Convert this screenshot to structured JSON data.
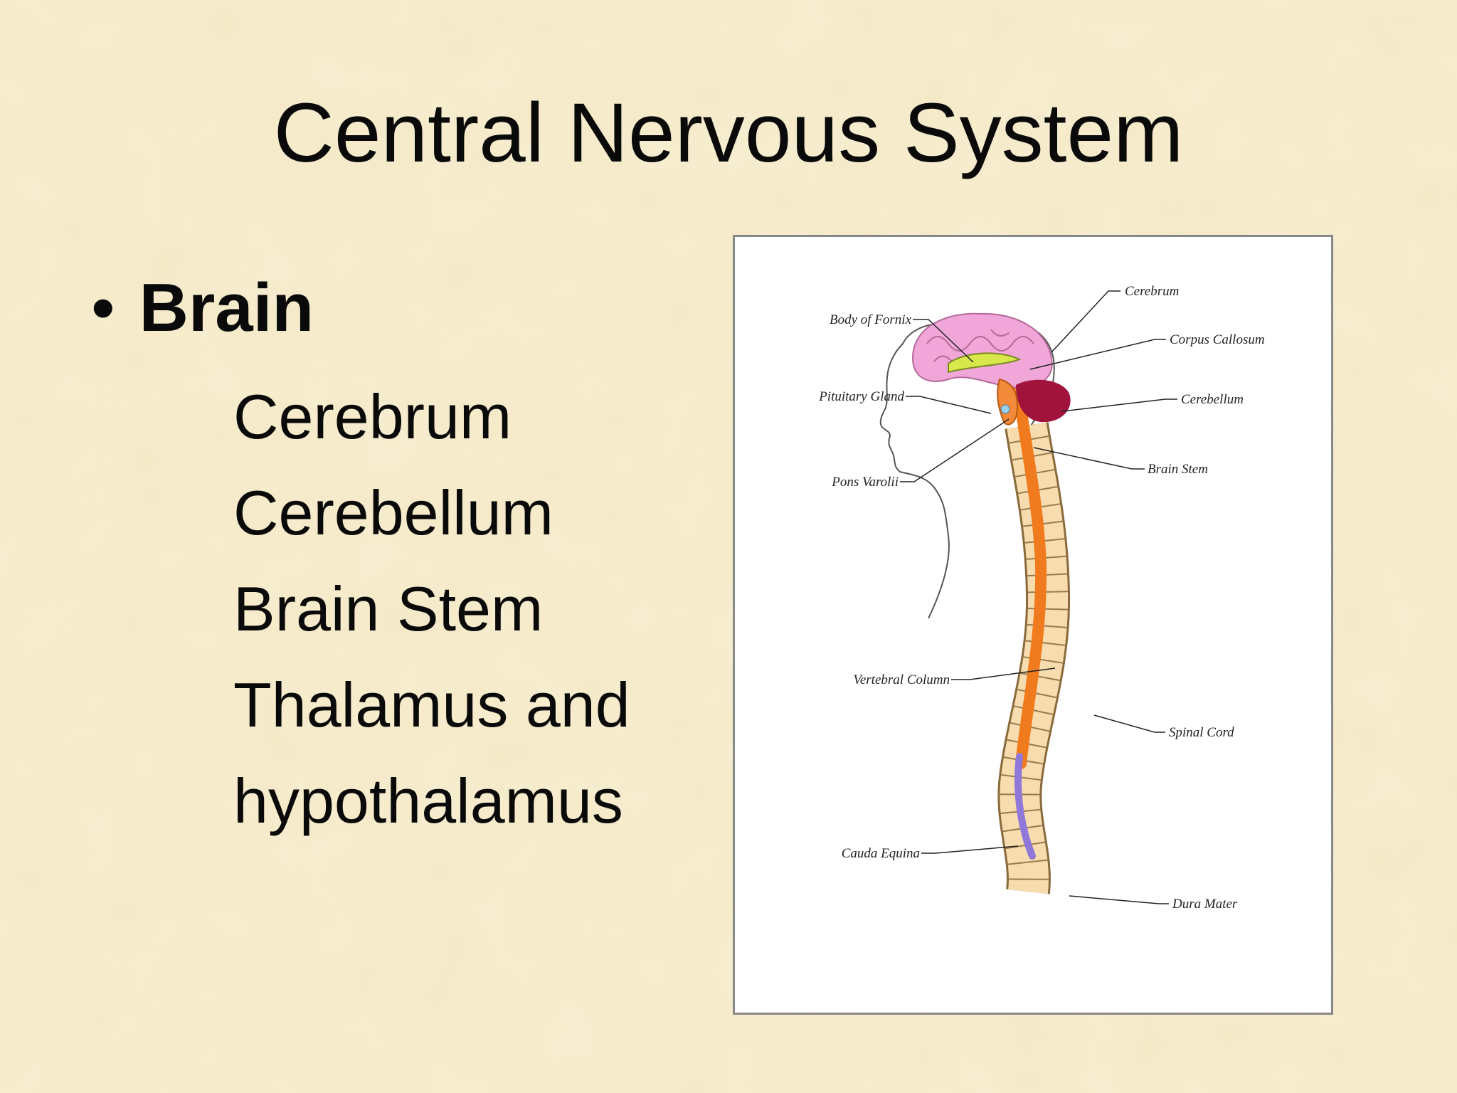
{
  "slide": {
    "title": "Central Nervous System",
    "bullet": "Brain",
    "items": [
      "Cerebrum",
      "Cerebellum",
      "Brain Stem",
      "Thalamus and",
      "hypothalamus"
    ]
  },
  "diagram": {
    "labels": {
      "cerebrum": "Cerebrum",
      "body_of_fornix": "Body of Fornix",
      "corpus_callosum": "Corpus Callosum",
      "pituitary_gland": "Pituitary Gland",
      "cerebellum": "Cerebellum",
      "pons_varolii": "Pons Varolii",
      "brain_stem": "Brain Stem",
      "vertebral_column": "Vertebral Column",
      "spinal_cord": "Spinal Cord",
      "cauda_equina": "Cauda Equina",
      "dura_mater": "Dura Mater"
    },
    "colors": {
      "cerebrum": "#f0a6d8",
      "corpus_callosum": "#d8e84a",
      "cerebellum": "#a0143c",
      "spinal_cord": "#f07a1e",
      "vertebrae": "#f6dcae",
      "dura_mater": "#8f78d8"
    }
  }
}
